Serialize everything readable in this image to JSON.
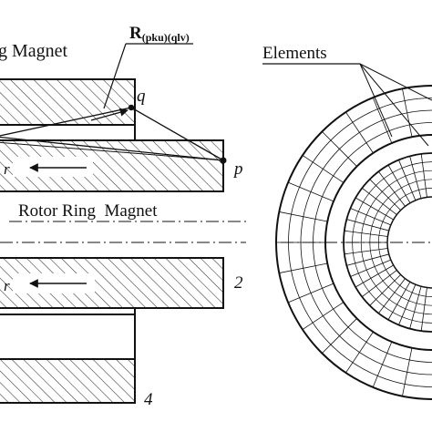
{
  "labels": {
    "stator_magnet": "g Magnet",
    "rotor_magnet": "Rotor Ring  Magnet",
    "elements": "Elements",
    "r_main": "R",
    "r_sub": "(pku)(qlv)",
    "point_q": "q",
    "point_p": "p",
    "num_2": "2",
    "num_4": "4",
    "r_upper": "r",
    "r_lower": "r"
  },
  "colors": {
    "line": "#111111",
    "hatch": "#333333",
    "background": "#ffffff"
  },
  "mesh": {
    "outer_ring_radial_divisions": 32,
    "outer_ring_circumferential_divisions": 4,
    "inner_ring_radial_divisions": 48,
    "inner_ring_circumferential_divisions": 5
  }
}
